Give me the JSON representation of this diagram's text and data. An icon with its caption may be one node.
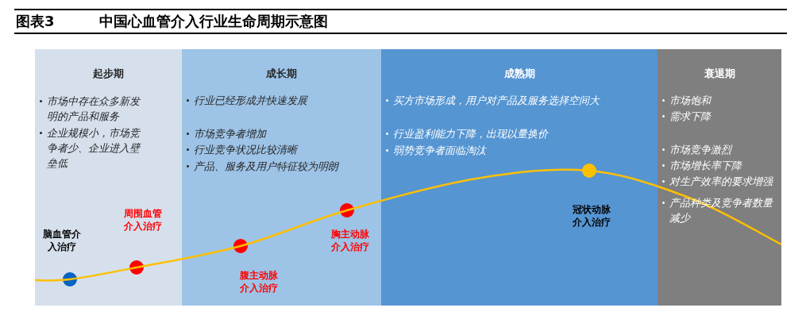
{
  "diagram": {
    "title": "中国心血管介入行业生命周期示意图",
    "labels": [
      "图表3"
    ],
    "nodes": [
      {
        "text": [
          "起步期",
          "市场中存在众多新发明的产品和服务",
          "企业规模小，市场竞争者少、企业进入壁垒低"
        ]
      },
      {
        "text": [
          "成长期",
          "行业已经形成并快速发展",
          "市场竞争者增加",
          "行业竞争状况比较清晰",
          "产品、服务及用户特征较为明朗"
        ]
      },
      {
        "text": [
          "成熟期",
          "买方市场形成，用户对产品及服务选择空间大",
          "行业盈利能力下降，出现以量换价",
          "弱势竞争者面临淘汰"
        ]
      },
      {
        "text": [
          "衰退期",
          "市场饱和",
          "需求下降",
          "市场竞争激烈",
          "市场增长率下降",
          "对生产效率的要求增强",
          "产品种类及竞争者数量减少"
        ]
      },
      {
        "text": [],
        "shape": "circle",
        "in": 0,
        "beside": [
          "脑血管介入治疗"
        ]
      },
      {
        "text": [],
        "shape": "circle",
        "in": 0,
        "beside": [
          "周围血管介入治疗"
        ]
      },
      {
        "text": [],
        "shape": "circle",
        "in": 1,
        "beside": [
          "腹主动脉介入治疗"
        ]
      },
      {
        "text": [],
        "shape": "circle",
        "in": 1,
        "beside": [
          "胸主动脉介入治疗"
        ]
      },
      {
        "text": [],
        "shape": "circle",
        "in": 2,
        "beside": [
          "冠状动脉介入治疗"
        ]
      }
    ],
    "edges": []
  }
}
